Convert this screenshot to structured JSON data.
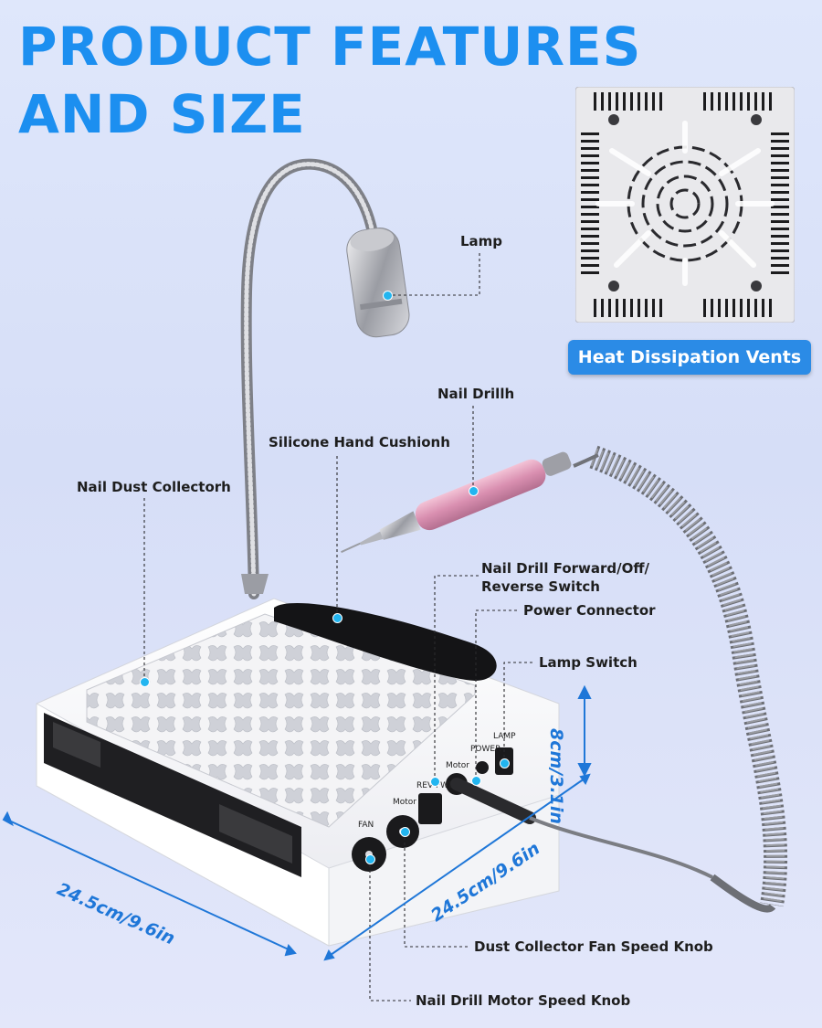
{
  "title": {
    "line1": "PRODUCT FEATURES",
    "line2": "AND SIZE"
  },
  "badge": {
    "heat_vents": "Heat Dissipation Vents"
  },
  "callouts": {
    "lamp": "Lamp",
    "nail_drill": "Nail Drillh",
    "silicone_cushion": "Silicone Hand Cushionh",
    "dust_collector": "Nail Dust Collectorh",
    "switch_line1": "Nail Drill Forward/Off/",
    "switch_line2": "Reverse Switch",
    "power_connector": "Power Connector",
    "lamp_switch": "Lamp Switch",
    "fan_knob": "Dust Collector Fan Speed Knob",
    "motor_knob": "Nail Drill Motor Speed Knob"
  },
  "dimensions": {
    "height": "8cm/3.1in",
    "width_left": "24.5cm/9.6in",
    "width_right": "24.5cm/9.6in"
  },
  "panel_text": {
    "fan": "FAN",
    "motor_knob": "Motor",
    "rev_fwd": "REV  FWD",
    "motor_port": "Motor",
    "power": "POWER",
    "lamp": "LAMP"
  },
  "colors": {
    "title": "#1c8ff0",
    "accent": "#2b8be6",
    "dimension": "#1f77d8",
    "marker": "#22b5f0",
    "drill_handle": "#d98fb0"
  },
  "icons": [
    "product-device",
    "gooseneck-lamp",
    "nail-drill-pen",
    "coiled-cable",
    "vent-bottom-view",
    "dimension-arrow"
  ]
}
